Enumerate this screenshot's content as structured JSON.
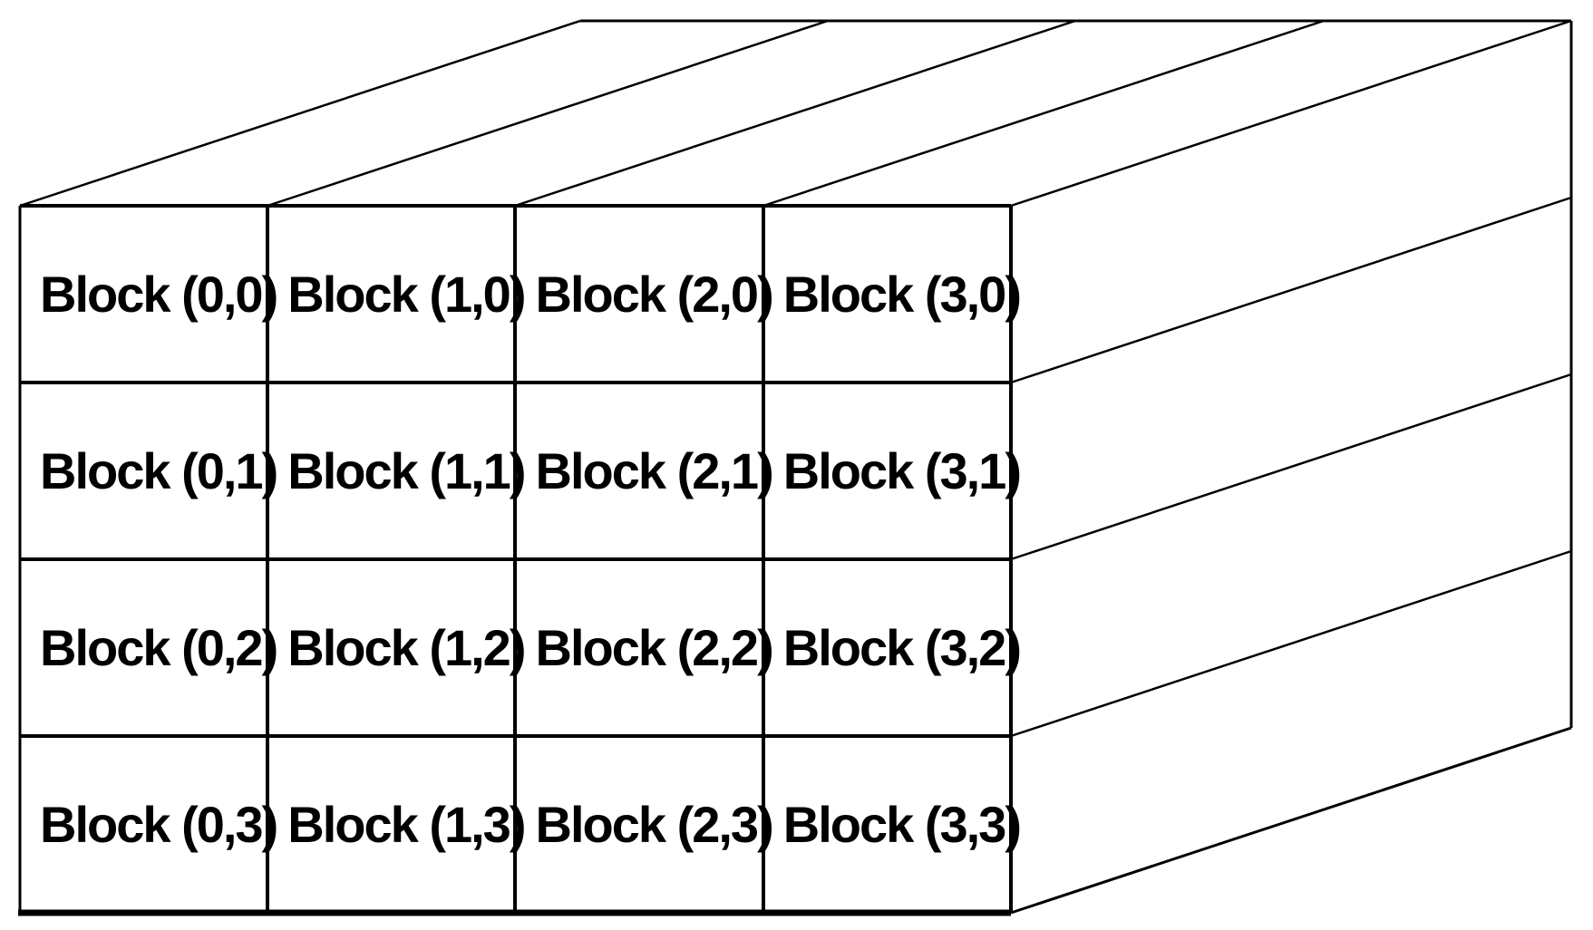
{
  "grid": {
    "rows": 4,
    "cols": 4,
    "cells": [
      {
        "label": "Block (0,0)"
      },
      {
        "label": "Block (1,0)"
      },
      {
        "label": "Block (2,0)"
      },
      {
        "label": "Block (3,0)"
      },
      {
        "label": "Block (0,1)"
      },
      {
        "label": "Block (1,1)"
      },
      {
        "label": "Block (2,1)"
      },
      {
        "label": "Block (3,1)"
      },
      {
        "label": "Block (0,2)"
      },
      {
        "label": "Block (1,2)"
      },
      {
        "label": "Block (2,2)"
      },
      {
        "label": "Block (3,2)"
      },
      {
        "label": "Block (0,3)"
      },
      {
        "label": "Block (1,3)"
      },
      {
        "label": "Block (2,3)"
      },
      {
        "label": "Block (3,3)"
      }
    ]
  },
  "colors": {
    "line": "#000000",
    "background": "#ffffff",
    "text": "#000000"
  }
}
